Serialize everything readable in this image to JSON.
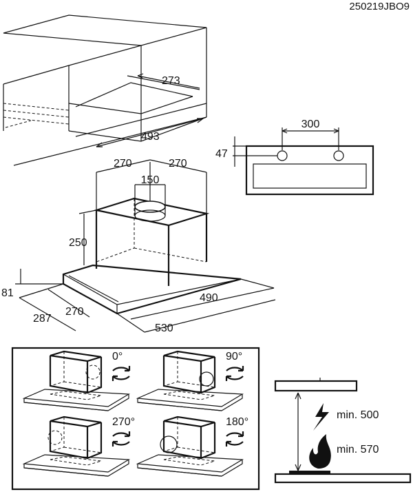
{
  "doc_code": "250219JBO9",
  "cabinet": {
    "depth_label": "273",
    "width_label": "493"
  },
  "front_panel": {
    "spacing_label": "300",
    "height_label": "47"
  },
  "hood": {
    "left_offset_label": "270",
    "right_offset_label": "270",
    "outlet_label": "150",
    "box_height_label": "250",
    "panel_height_label": "81",
    "depth_total_label": "287",
    "depth_front_label": "270",
    "inner_width_label": "490",
    "outer_width_label": "530"
  },
  "rotations": [
    {
      "label": "0°"
    },
    {
      "label": "90°"
    },
    {
      "label": "270°"
    },
    {
      "label": "180°"
    }
  ],
  "clearance": {
    "electric_label": "min. 500",
    "gas_label": "min. 570"
  },
  "icons": [
    "rotate-arrows-icon",
    "lightning-icon",
    "flame-icon"
  ]
}
